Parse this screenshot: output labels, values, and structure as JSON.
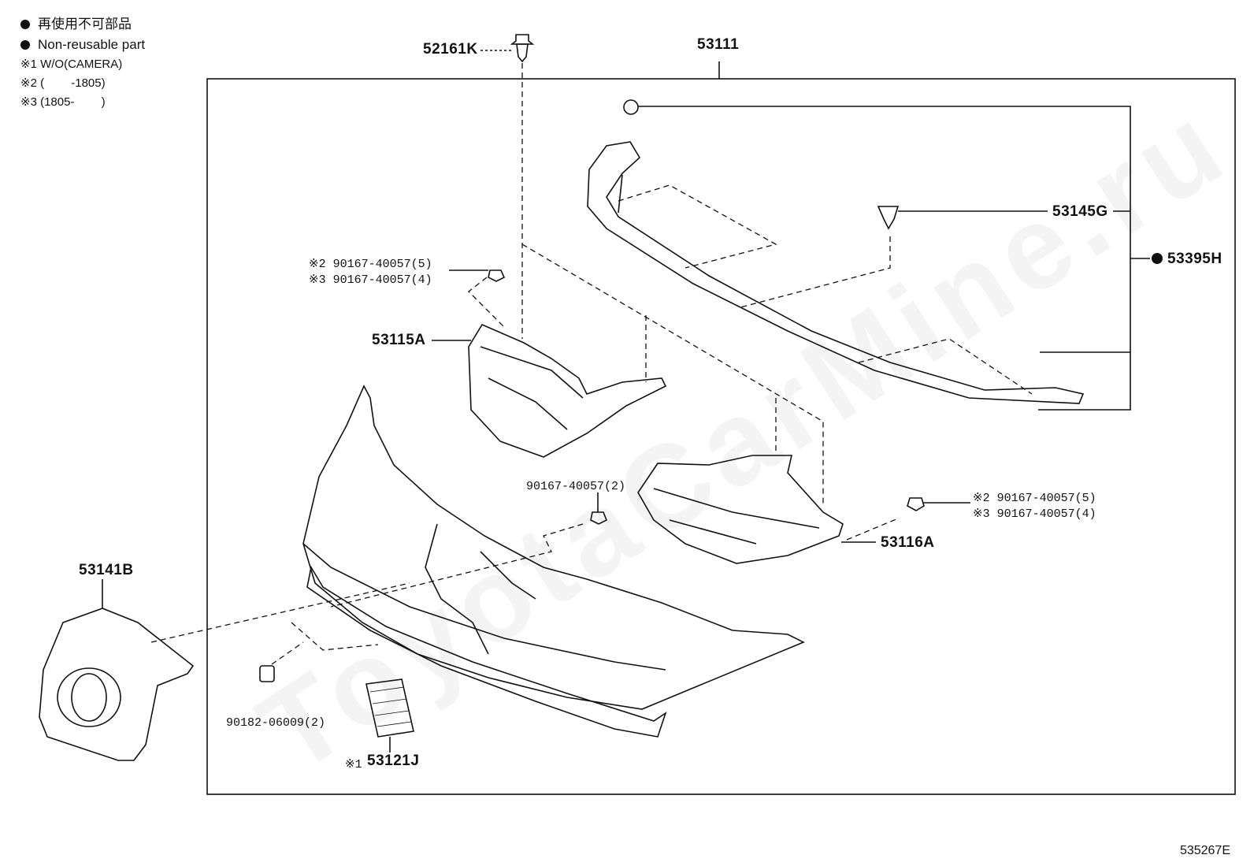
{
  "legend": {
    "items": [
      {
        "bullet": true,
        "text": "再使用不可部品"
      },
      {
        "bullet": true,
        "text": "Non-reusable part"
      },
      {
        "bullet": false,
        "text": "※1 W/O(CAMERA)"
      },
      {
        "bullet": false,
        "text": "※2 (　　 -1805)"
      },
      {
        "bullet": false,
        "text": "※3 (1805-　　 )"
      }
    ]
  },
  "parts": {
    "p52161k": "52161K",
    "p53111": "53111",
    "p53145g": "53145G",
    "p53395h": "53395H",
    "p53115a": "53115A",
    "p53116a": "53116A",
    "p53141b": "53141B",
    "p53121j": "53121J",
    "bolt_left_2": "※2 90167-40057(5)",
    "bolt_left_3": "※3 90167-40057(4)",
    "bolt_mid": "90167-40057(2)",
    "bolt_right_2": "※2 90167-40057(5)",
    "bolt_right_3": "※3 90167-40057(4)",
    "clip": "90182-06009(2)",
    "note_53121j": "※1"
  },
  "figure_code": "535267E",
  "watermark": "ToyotaCarMine.ru"
}
